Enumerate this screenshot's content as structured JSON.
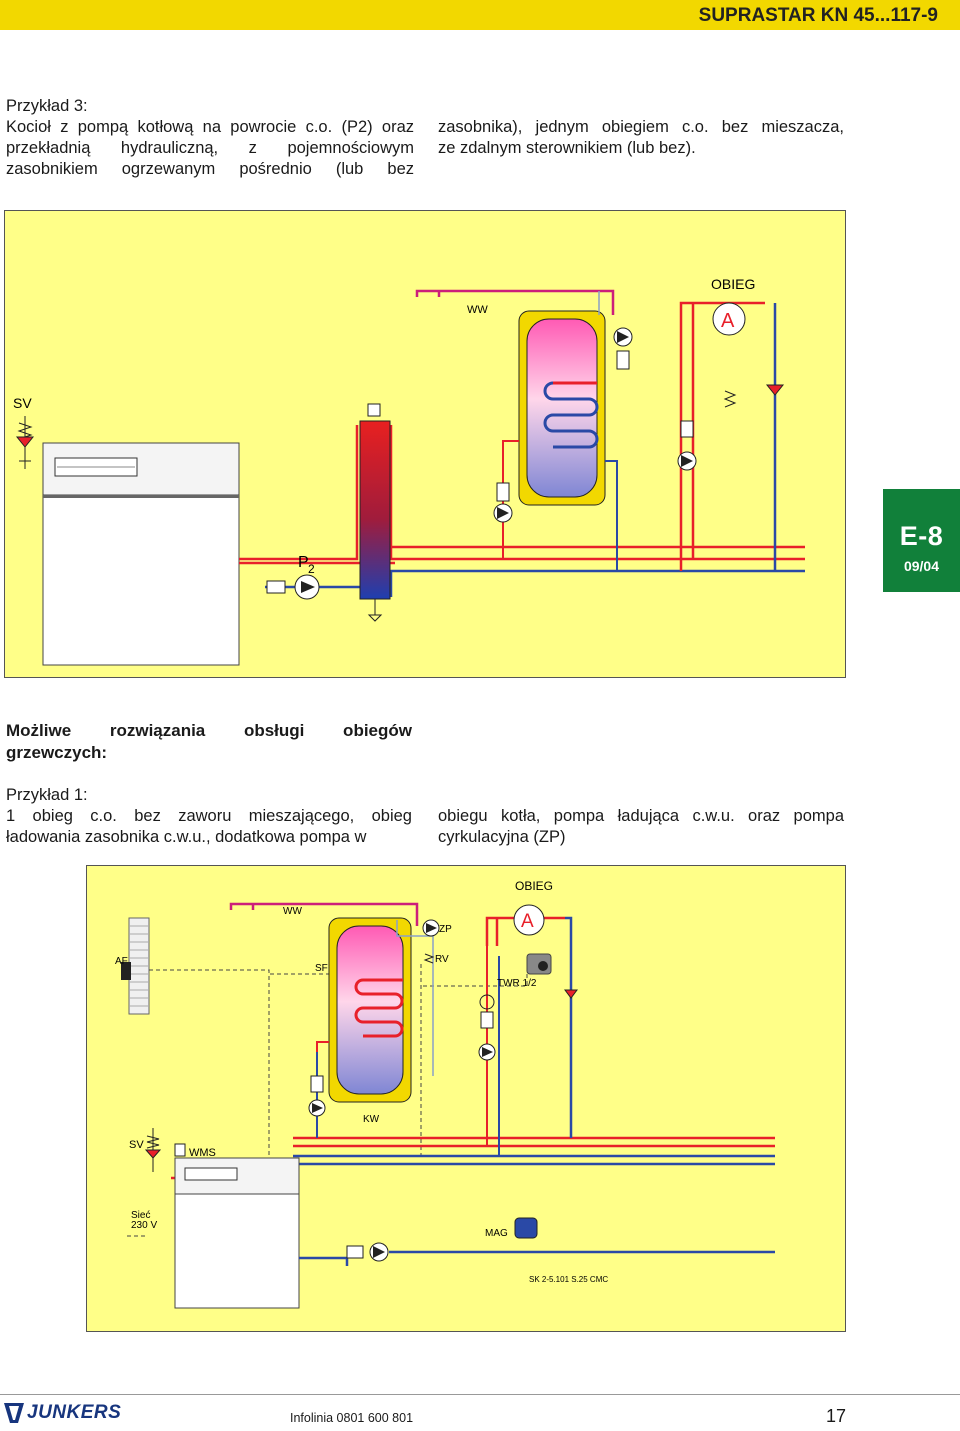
{
  "header": {
    "title": "SUPRASTAR KN 45...117-9"
  },
  "example3": {
    "heading": "Przykład 3:",
    "line1": "Kocioł z pompą kotłową na powrocie c.o. (P2) oraz",
    "line2": "przekładnią hydrauliczną, z pojemnościowym",
    "line3": "zasobnikiem ogrzewanym pośrednio (lub bez",
    "line4": "zasobnika), jednym obiegiem c.o. bez mieszacza,",
    "line5": "ze zdalnym sterownikiem (lub bez)."
  },
  "diagram1": {
    "label_ww": "WW",
    "label_obieg": "OBIEG",
    "label_a": "A",
    "label_sv": "SV",
    "label_p": "P",
    "label_p_sub": "2"
  },
  "tab": {
    "code": "E-8",
    "date": "09/04"
  },
  "section": {
    "heading_line1": "Możliwe rozwiązania obsługi obiegów",
    "heading_line2": "grzewczych:"
  },
  "example1": {
    "heading": "Przykład 1:",
    "line1": "1 obieg c.o. bez zaworu mieszającego, obieg",
    "line2": "ładowania zasobnika c.w.u., dodatkowa pompa w",
    "line3": "obiegu kotła, pompa ładująca c.w.u. oraz pompa",
    "line4": "cyrkulacyjna (ZP)"
  },
  "diagram2": {
    "label_obieg": "OBIEG",
    "label_ww": "WW",
    "label_zp": "ZP",
    "label_a": "A",
    "label_af": "AF",
    "label_sf": "SF",
    "label_rv": "RV",
    "label_twr": "TWR 1/2",
    "label_kw": "KW",
    "label_sv": "SV",
    "label_wms": "WMS",
    "label_siec": "Sieć",
    "label_230": "230 V",
    "label_mag": "MAG",
    "label_ref": "SK 2-5.101 S.25 CMC"
  },
  "footer": {
    "brand": "JUNKERS",
    "phone": "Infolinia 0801 600 801",
    "page": "17"
  },
  "colors": {
    "header_yellow": "#f2d800",
    "panel_yellow": "#ffff88",
    "tab_green": "#11803a",
    "pipe_red": "#e8202a",
    "pipe_magenta": "#cc1f7a",
    "pipe_blue": "#2a49a6",
    "brand_blue": "#17357e"
  }
}
